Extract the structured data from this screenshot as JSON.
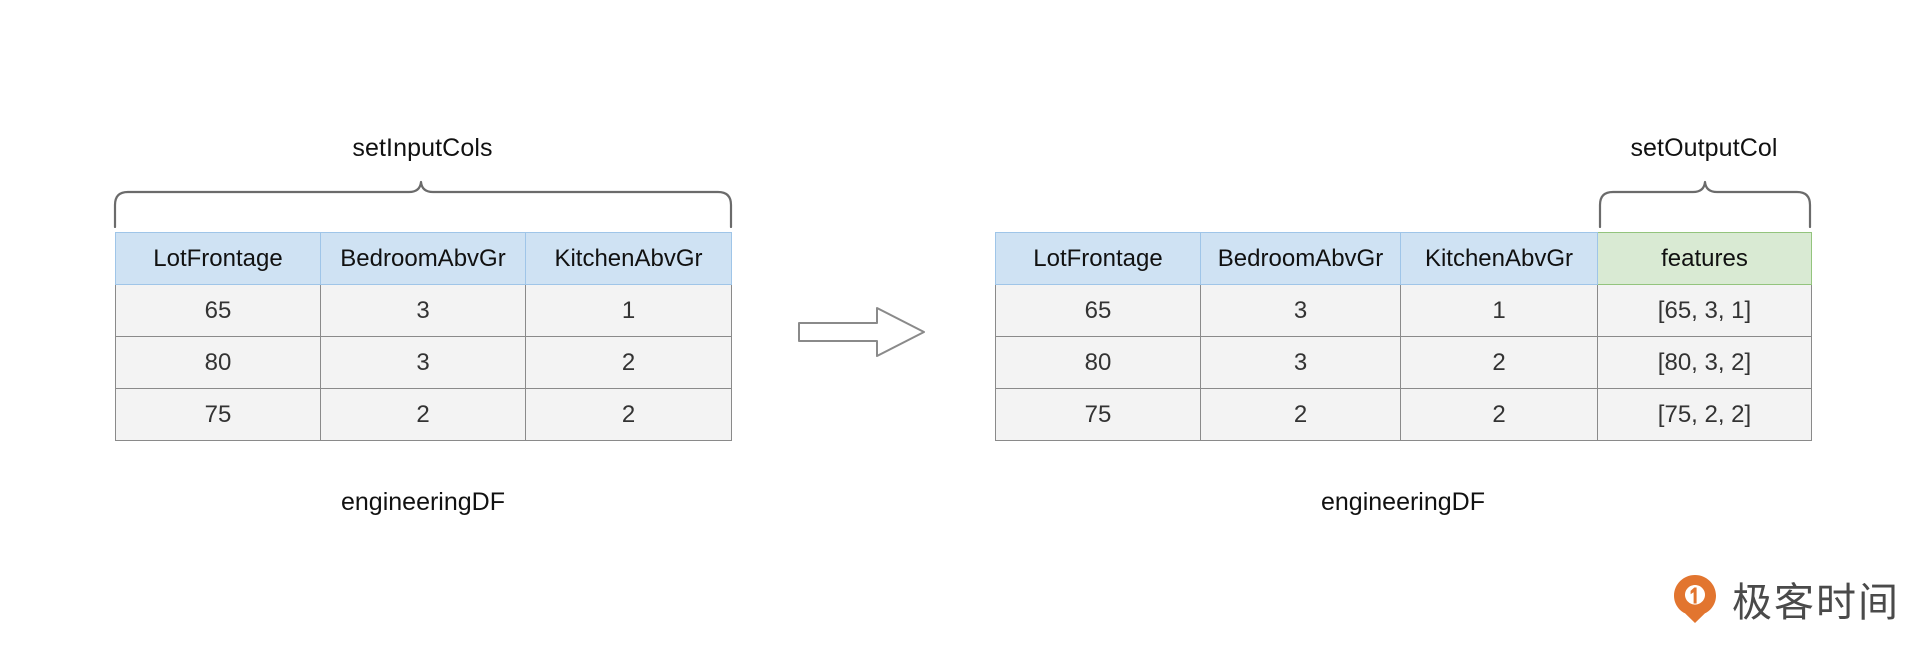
{
  "diagram": {
    "title_left_bracket": "setInputCols",
    "title_right_bracket": "setOutputCol",
    "arrow_icon": "right-arrow-icon",
    "left": {
      "caption": "setInputCols",
      "df_name": "engineeringDF",
      "columns": [
        "LotFrontage",
        "BedroomAbvGr",
        "KitchenAbvGr"
      ],
      "rows": [
        [
          "65",
          "3",
          "1"
        ],
        [
          "80",
          "3",
          "2"
        ],
        [
          "75",
          "2",
          "2"
        ]
      ]
    },
    "right": {
      "caption": "setOutputCol",
      "df_name": "engineeringDF",
      "columns": [
        "LotFrontage",
        "BedroomAbvGr",
        "KitchenAbvGr",
        "features"
      ],
      "rows": [
        [
          "65",
          "3",
          "1",
          "[65, 3, 1]"
        ],
        [
          "80",
          "3",
          "2",
          "[80, 3, 2]"
        ],
        [
          "75",
          "2",
          "2",
          "[75, 2, 2]"
        ]
      ]
    }
  },
  "watermark": {
    "text": "极客时间",
    "logo_icon": "geektime-logo-icon",
    "color": "#e2752f"
  },
  "colors": {
    "header_blue_fill": "#cfe2f3",
    "header_blue_border": "#9fc5e8",
    "header_green_fill": "#d9ead3",
    "header_green_border": "#93c47d",
    "cell_fill": "#f3f3f3",
    "cell_border": "#8a8a8a",
    "brace_stroke": "#6b6b6b",
    "arrow_stroke": "#8a8a8a"
  }
}
